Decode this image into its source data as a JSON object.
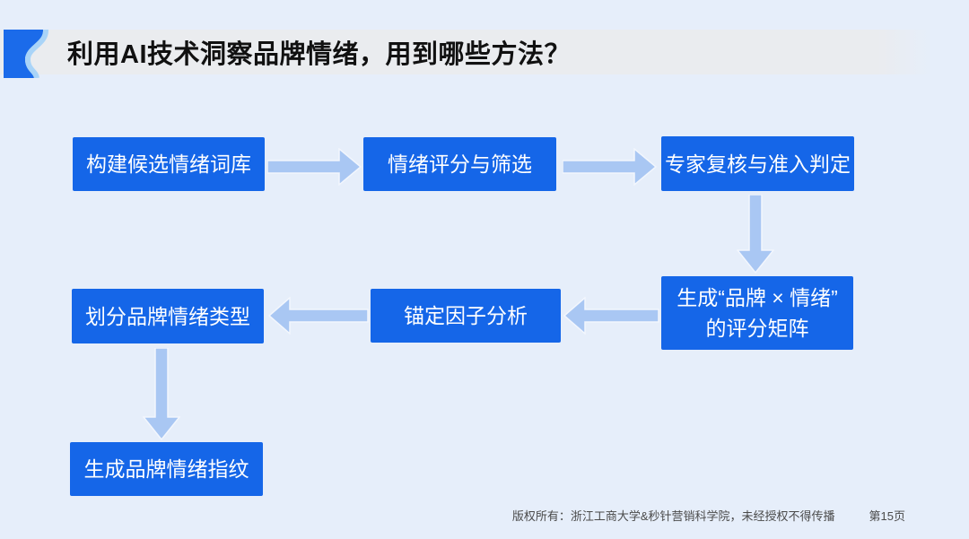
{
  "slide": {
    "title": "利用AI技术洞察品牌情绪，用到哪些方法？",
    "footer": {
      "copyright": "版权所有：浙江工商大学&秒针营销科学院，未经授权不得传播",
      "page": "第15页"
    }
  },
  "flow": {
    "boxes": [
      {
        "id": "build-lexicon",
        "label": "构建候选情绪词库"
      },
      {
        "id": "score-filter",
        "label": "情绪评分与筛选"
      },
      {
        "id": "expert-review",
        "label": "专家复核与准入判定"
      },
      {
        "id": "rating-matrix",
        "line1": "生成“品牌 × 情绪”",
        "line2": "的评分矩阵"
      },
      {
        "id": "anchor-factor",
        "label": "锚定因子分析"
      },
      {
        "id": "classify-emotion",
        "label": "划分品牌情绪类型"
      },
      {
        "id": "emotion-fingerprint",
        "label": "生成品牌情绪指纹"
      }
    ],
    "arrows": [
      {
        "from": "build-lexicon",
        "to": "score-filter",
        "direction": "right"
      },
      {
        "from": "score-filter",
        "to": "expert-review",
        "direction": "right"
      },
      {
        "from": "expert-review",
        "to": "rating-matrix",
        "direction": "down"
      },
      {
        "from": "rating-matrix",
        "to": "anchor-factor",
        "direction": "left"
      },
      {
        "from": "anchor-factor",
        "to": "classify-emotion",
        "direction": "left"
      },
      {
        "from": "classify-emotion",
        "to": "emotion-fingerprint",
        "direction": "down"
      }
    ]
  },
  "colors": {
    "box_blue": "#1566e8",
    "arrow_blue": "#a9c7f3",
    "background": "#e6eefa",
    "title_band": "#eaecef",
    "badge_blue": "#1b6bea",
    "badge_stripe": "#a9d4f8",
    "title_text": "#111111",
    "footer_text": "#4a4a4a"
  }
}
